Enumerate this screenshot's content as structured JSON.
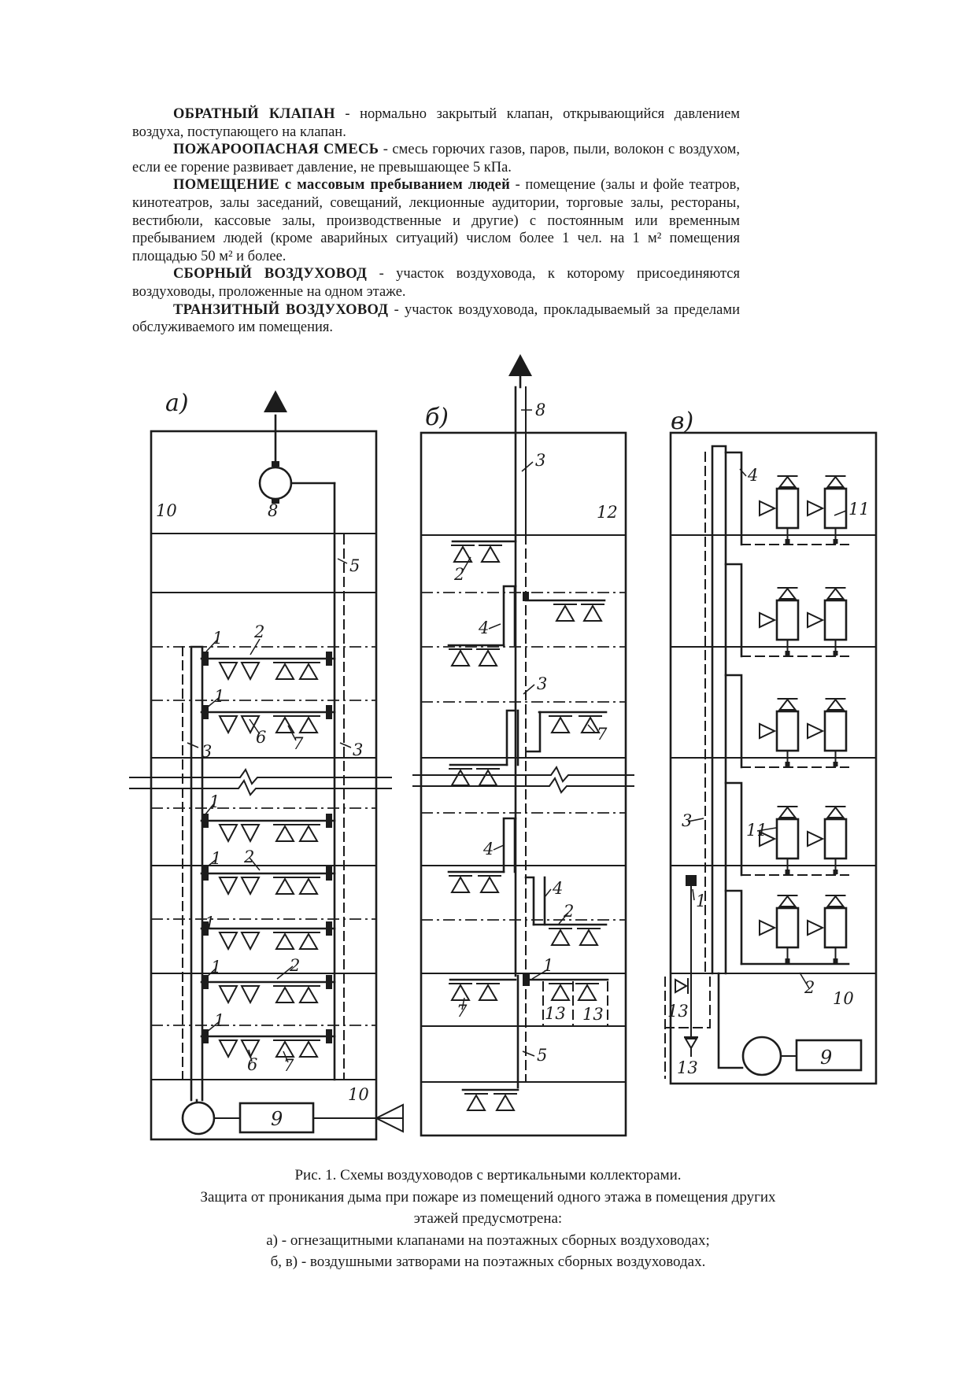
{
  "definitions": [
    {
      "term": "ОБРАТНЫЙ КЛАПАН",
      "text": " - нормально закрытый клапан, открывающийся давлением воздуха, поступающего на клапан."
    },
    {
      "term": "ПОЖАРООПАСНАЯ СМЕСЬ",
      "text": " - смесь горючих газов, паров, пыли, волокон с воздухом, если ее горение развивает давление, не превышающее 5 кПа."
    },
    {
      "term": "ПОМЕЩЕНИЕ с массовым пребыванием людей",
      "text": " - помещение (залы и фойе театров, кинотеатров, залы заседаний, совещаний, лекционные аудитории, торговые залы, рестораны, вестибюли, кассовые залы, производственные и другие) с постоянным или временным пребыванием людей (кроме аварийных ситуаций) числом более 1 чел. на 1 м² помещения площадью 50 м² и более."
    },
    {
      "term": "СБОРНЫЙ ВОЗДУХОВОД",
      "text": " - участок воздуховода, к которому присоединяются воздуховоды, проложенные на одном этаже."
    },
    {
      "term": "ТРАНЗИТНЫЙ ВОЗДУХОВОД",
      "text": " - участок воздуховода, прокладываемый за пределами обслуживаемого им помещения."
    }
  ],
  "figure": {
    "panels": {
      "a": "а)",
      "b": "б)",
      "v": "в)"
    },
    "callouts_a": [
      "10",
      "8",
      "5",
      "1",
      "2",
      "1",
      "6",
      "7",
      "3",
      "3",
      "1",
      "1",
      "2",
      "1",
      "1",
      "2",
      "1",
      "6",
      "7",
      "10",
      "9"
    ],
    "callouts_b": [
      "8",
      "3",
      "12",
      "2",
      "4",
      "3",
      "7",
      "4",
      "4",
      "2",
      "1",
      "7",
      "13",
      "13",
      "5"
    ],
    "callouts_v": [
      "4",
      "11",
      "3",
      "11",
      "1",
      "2",
      "10",
      "13",
      "13",
      "9"
    ]
  },
  "caption": {
    "lines": [
      "Рис. 1. Схемы воздуховодов с вертикальными коллекторами.",
      "Защита от проникания дыма при пожаре из помещений одного этажа в помещения других",
      "этажей предусмотрена:",
      "а) - огнезащитными клапанами на поэтажных сборных воздуховодах;",
      "б, в) - воздушными затворами на поэтажных сборных воздуховодах."
    ]
  }
}
